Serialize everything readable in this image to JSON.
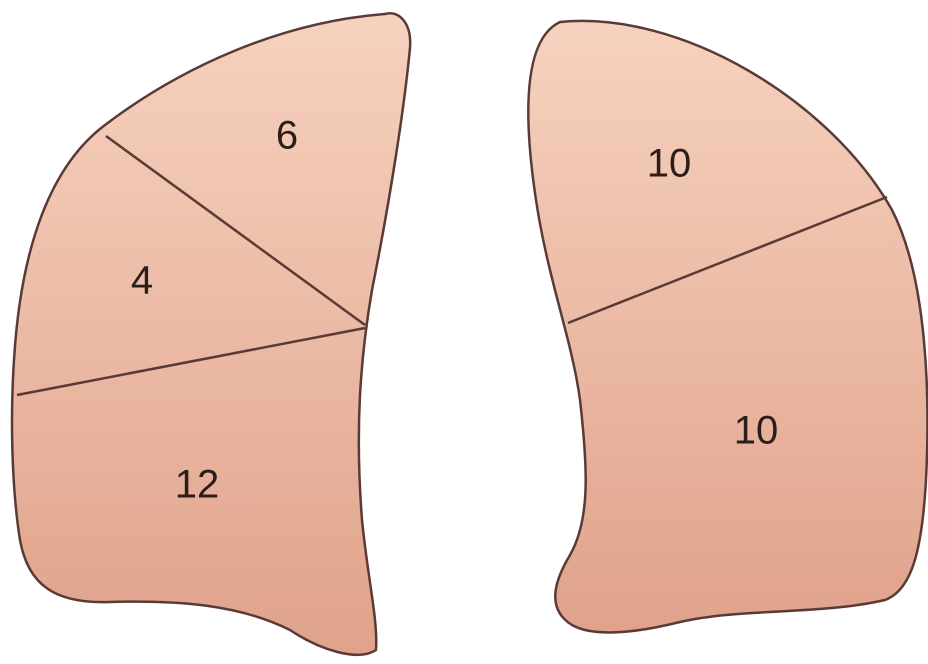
{
  "colors": {
    "lung_fill_light": "#f3c8b3",
    "lung_fill_dark": "#e2a48d",
    "outline": "#5a3a36",
    "label_text": "#2b1d1a",
    "background": "#ffffff"
  },
  "left_lung": {
    "upper_segment_value": "6",
    "middle_segment_value": "4",
    "lower_segment_value": "12"
  },
  "right_lung": {
    "upper_segment_value": "10",
    "lower_segment_value": "10"
  }
}
